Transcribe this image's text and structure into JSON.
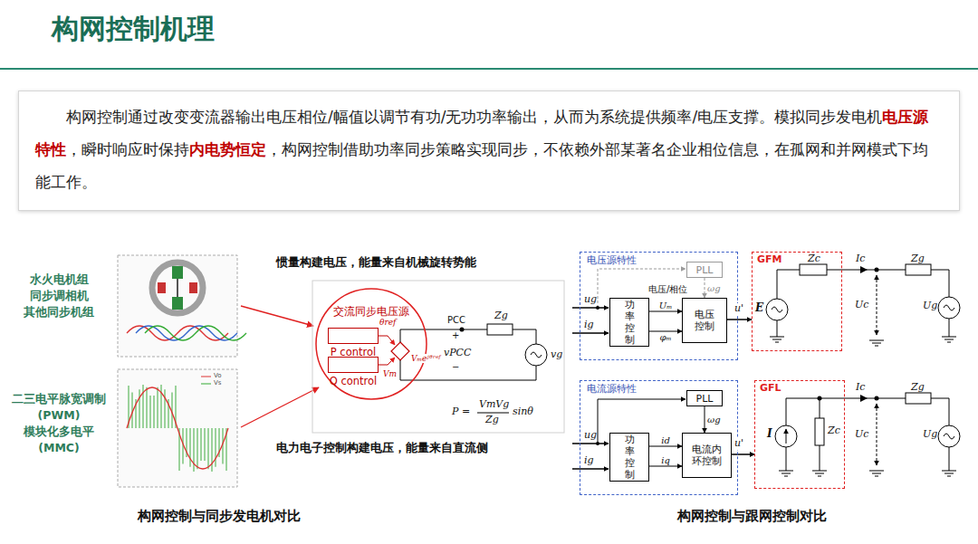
{
  "diagram": {
    "title": "构网控制机理",
    "nodes": [
      {
        "text": [
          "构网控制通过改变变流器输出电压相位/幅值以调节有功/无功功率输出，从而为系统提供频率/电压支撑。模拟同步发电机",
          "电压源特性",
          "，瞬时响应时保持",
          "内电势恒定",
          "，构网控制借助功率同步策略实现同步，不依赖外部某著名企业相位信息，在孤网和并网模式下均能工作。"
        ]
      },
      {
        "text": [
          "交流同步电压源"
        ]
      },
      {
        "text": [
          "P control"
        ],
        "in": 1
      },
      {
        "text": [
          "Q control"
        ],
        "in": 1
      },
      {
        "text": [
          "电压源特性"
        ]
      },
      {
        "text": [
          "PLL"
        ],
        "in": 4
      },
      {
        "text": [
          "功率控制"
        ],
        "in": 4
      },
      {
        "text": [
          "电压控制"
        ],
        "in": 4
      },
      {
        "text": [
          "GFM"
        ]
      },
      {
        "text": [
          "电流源特性"
        ]
      },
      {
        "text": [
          "PLL"
        ],
        "in": 9
      },
      {
        "text": [
          "功率控制"
        ],
        "in": 9
      },
      {
        "text": [
          "电流内环控制"
        ],
        "in": 9
      },
      {
        "text": [
          "GFL"
        ]
      }
    ],
    "edges": [
      {
        "from": 6,
        "to": 7,
        "arrow": "to",
        "label": "Uₘ"
      },
      {
        "from": 6,
        "to": 7,
        "arrow": "to",
        "label": "φₘ"
      },
      {
        "from": 5,
        "to": 7,
        "arrow": "to",
        "label": "ωg"
      },
      {
        "from": 11,
        "to": 12,
        "arrow": "to",
        "label": "id"
      },
      {
        "from": 11,
        "to": 12,
        "arrow": "to",
        "label": "iq"
      },
      {
        "from": 10,
        "to": 12,
        "arrow": "to",
        "label": "ωg"
      }
    ],
    "labels": [
      "惯量构建电压，能量来自机械旋转势能",
      "水火电机组 同步调相机 其他同步机组",
      "Vo",
      "Vs",
      "二三电平脉宽调制 (PWM) 模块化多电平 (MMC)",
      "θref",
      "Vm",
      "Vₘeʲᶿʳᵉᶠ",
      "PCC",
      "Zg",
      "+",
      "vPCC",
      "−",
      "vg",
      "P =",
      "VmVg",
      "Zg",
      "sinθ",
      "电力电子控制构建电压，能量来自直流侧",
      "构网控制与同步发电机对比",
      "ug",
      "ig",
      "电压/相位",
      "u'",
      "E",
      "Zc",
      "Ic",
      "Zg",
      "Uc",
      "Ug",
      "ug",
      "ig",
      "u'",
      "I",
      "Zc",
      "Ic",
      "Zg",
      "Uc",
      "Ug",
      "构网控制与跟网控制对比"
    ]
  }
}
